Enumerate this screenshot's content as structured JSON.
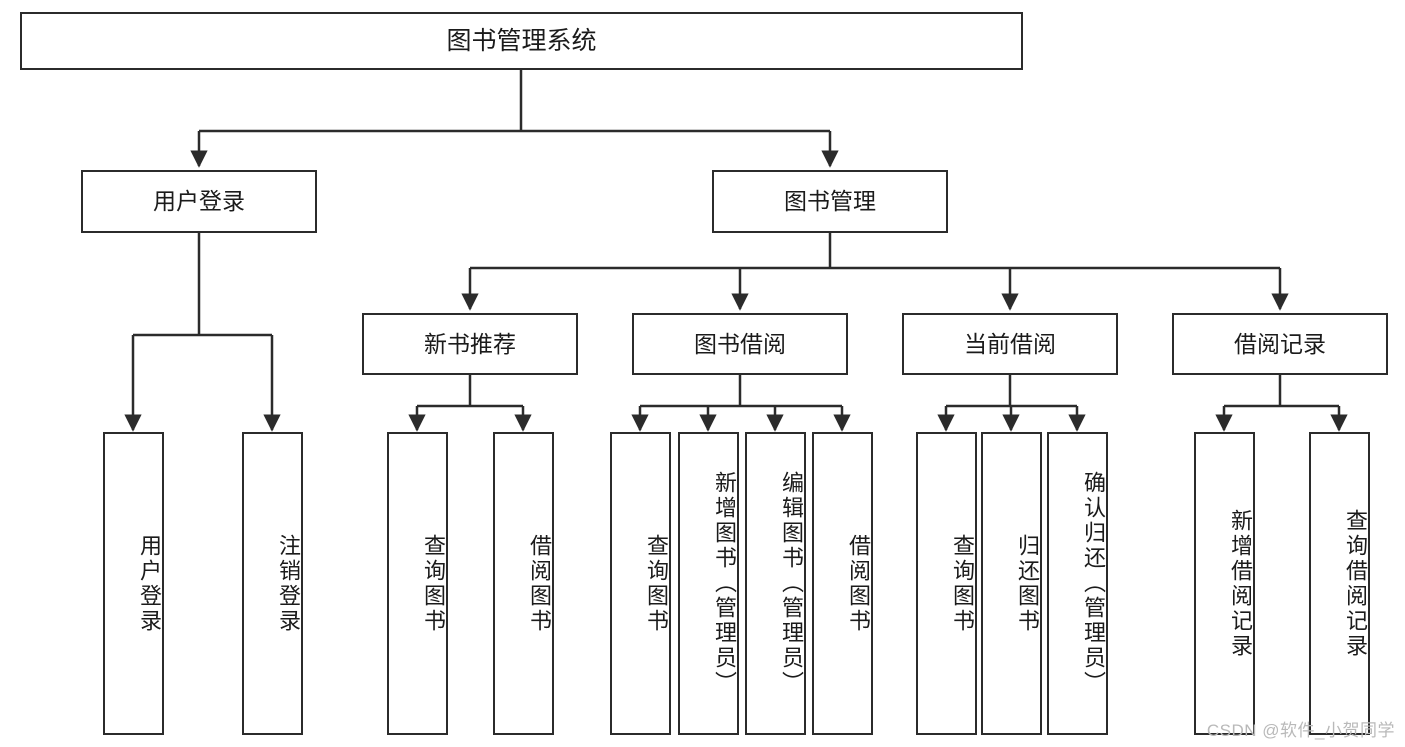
{
  "diagram": {
    "type": "tree",
    "title": "图书管理系统",
    "orientation": "top-down",
    "colors": {
      "stroke": "#2b2b2b",
      "fill": "#ffffff",
      "text": "#1b1b1b",
      "watermark": "#b9b9b9"
    },
    "root": {
      "label": "图书管理系统"
    },
    "level2": [
      {
        "label": "用户登录"
      },
      {
        "label": "图书管理"
      }
    ],
    "level3": [
      {
        "label": "新书推荐"
      },
      {
        "label": "图书借阅"
      },
      {
        "label": "当前借阅"
      },
      {
        "label": "借阅记录"
      }
    ],
    "leaves": {
      "user_login": [
        {
          "label": "用户登录"
        },
        {
          "label": "注销登录"
        }
      ],
      "new_book_recommend": [
        {
          "label": "查询图书"
        },
        {
          "label": "借阅图书"
        }
      ],
      "book_borrow": [
        {
          "label": "查询图书"
        },
        {
          "label": "新增图书（管理员）"
        },
        {
          "label": "编辑图书（管理员）"
        },
        {
          "label": "借阅图书"
        }
      ],
      "current_borrow": [
        {
          "label": "查询图书"
        },
        {
          "label": "归还图书"
        },
        {
          "label": "确认归还（管理员）"
        }
      ],
      "borrow_records": [
        {
          "label": "新增借阅记录"
        },
        {
          "label": "查询借阅记录"
        }
      ]
    }
  },
  "watermark": {
    "text": "CSDN @软件_小贺同学"
  }
}
